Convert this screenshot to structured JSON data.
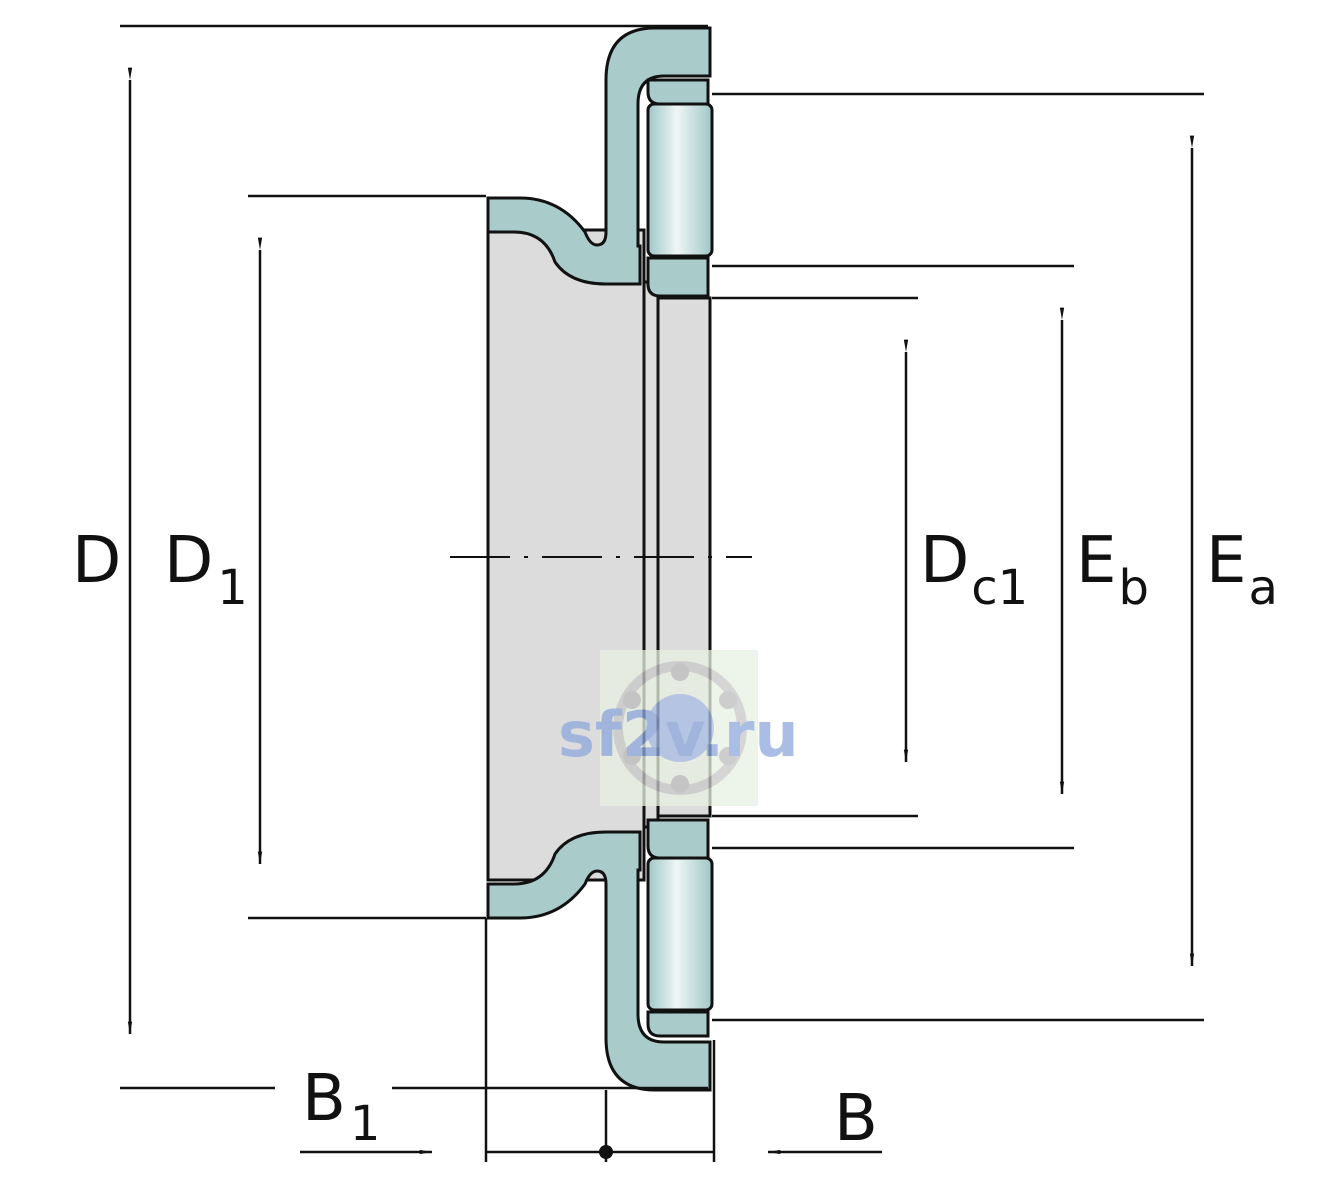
{
  "colors": {
    "housing_fill": "#a9cccb",
    "bore_fill": "#dcdcdc",
    "roller_fill": "#bcd8d6",
    "outline": "#111111",
    "watermark_text": "#8ea8dc",
    "watermark_bg": "#e8f1e2"
  },
  "labels": {
    "D": {
      "main": "D",
      "sub": ""
    },
    "D1": {
      "main": "D",
      "sub": "1"
    },
    "Dc1": {
      "main": "D",
      "sub": "c1"
    },
    "Eb": {
      "main": "E",
      "sub": "b"
    },
    "Ea": {
      "main": "E",
      "sub": "a"
    },
    "B1": {
      "main": "B",
      "sub": "1"
    },
    "B": {
      "main": "B",
      "sub": ""
    }
  },
  "watermark": {
    "text": "sf2v.ru",
    "icon": "bearing-icon"
  }
}
